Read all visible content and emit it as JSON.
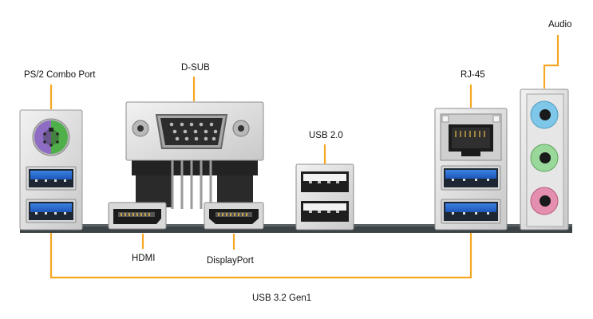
{
  "labels": {
    "audio": "Audio",
    "ps2": "PS/2 Combo Port",
    "dsub": "D-SUB",
    "rj45": "RJ-45",
    "usb20": "USB 2.0",
    "hdmi": "HDMI",
    "displayport": "DisplayPort",
    "usb32": "USB 3.2 Gen1"
  },
  "colors": {
    "leader_line": "#f5a623",
    "usb3_blue": "#2f6fd6",
    "ps2_purple": "#8e6cc4",
    "ps2_green": "#4fb04a",
    "audio_blue": "#7ec7e9",
    "audio_green": "#9ad79a",
    "audio_pink": "#e58fb0",
    "metal": "#dcdcdc",
    "board": "#3c4347"
  }
}
